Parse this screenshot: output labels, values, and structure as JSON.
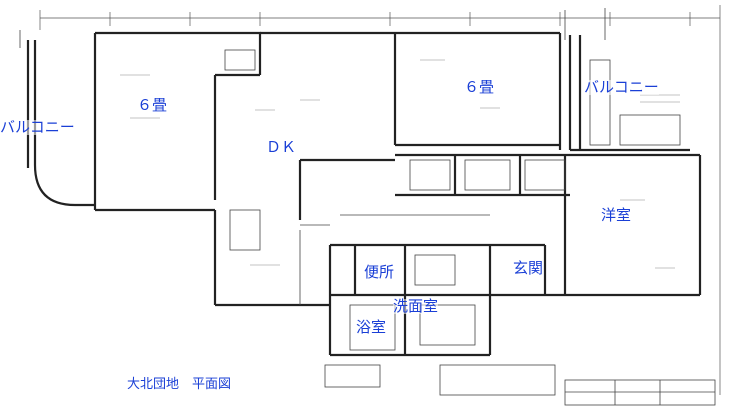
{
  "labels": {
    "room_6jo_left": "６畳",
    "room_6jo_right": "６畳",
    "dk": "ＤＫ",
    "balcony_left": "バルコニー",
    "balcony_right": "バルコニー",
    "western_room": "洋室",
    "toilet": "便所",
    "entrance": "玄関",
    "washroom": "洗面室",
    "bathroom": "浴室"
  },
  "caption": "大北団地　平面図",
  "colors": {
    "label_text": "#1a3fd6",
    "wall_line": "#222222",
    "dim_line": "#555555",
    "background": "#ffffff"
  }
}
